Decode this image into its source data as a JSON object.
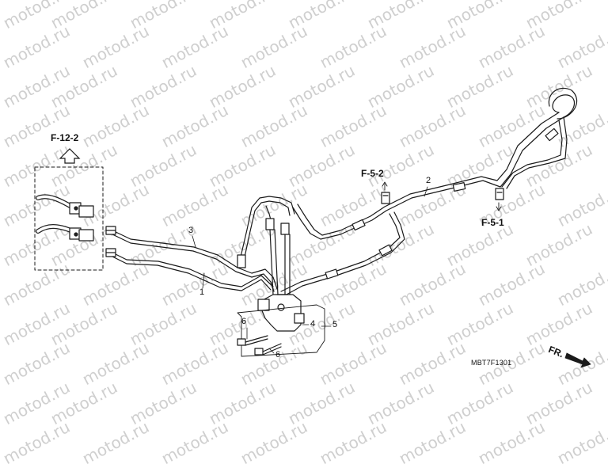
{
  "watermark": "motod.ru",
  "references": {
    "f12_2": "F-12-2",
    "f5_2": "F-5-2",
    "f5_1": "F-5-1",
    "fr": "FR."
  },
  "callouts": {
    "c1": "1",
    "c2": "2",
    "c3": "3",
    "c4": "4",
    "c5": "5",
    "c6a": "6",
    "c6b": "6"
  },
  "diagram_code": "MBT7F1301"
}
